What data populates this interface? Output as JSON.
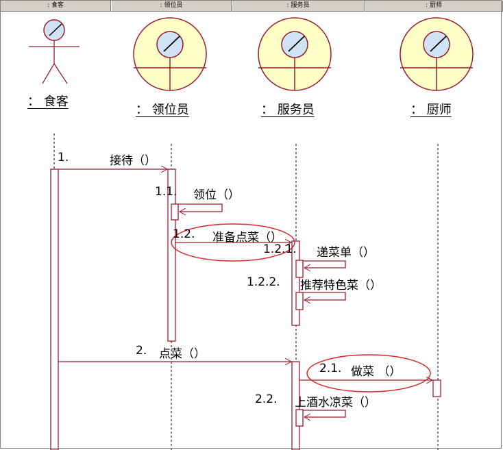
{
  "headers": [
    ": 食客",
    ": 领位员",
    ": 服务员",
    ": 厨师"
  ],
  "lifelines": [
    {
      "label": "： 食客",
      "kind": "actor"
    },
    {
      "label": "： 领位员",
      "kind": "entity"
    },
    {
      "label": "： 服务员",
      "kind": "entity"
    },
    {
      "label": "： 厨师",
      "kind": "entity"
    }
  ],
  "messages": [
    {
      "seq": "1.",
      "text": "接待（）"
    },
    {
      "seq": "1.1.",
      "text": "领位（）"
    },
    {
      "seq": "1.2.",
      "text": "准备点菜（）"
    },
    {
      "seq": "1.2.1.",
      "text": "递菜单（）"
    },
    {
      "seq": "1.2.2.",
      "text": "推荐特色菜（）"
    },
    {
      "seq": "2.",
      "text": "点菜（）"
    },
    {
      "seq": "2.1.",
      "text": "做菜 （）"
    },
    {
      "seq": "2.2.",
      "text": "上酒水凉菜（）"
    }
  ],
  "colors": {
    "line": "#9b1b2e",
    "highlight": "#d9232e",
    "object_fill": "#ffffc8",
    "head_fill": "#cfe3f4"
  }
}
